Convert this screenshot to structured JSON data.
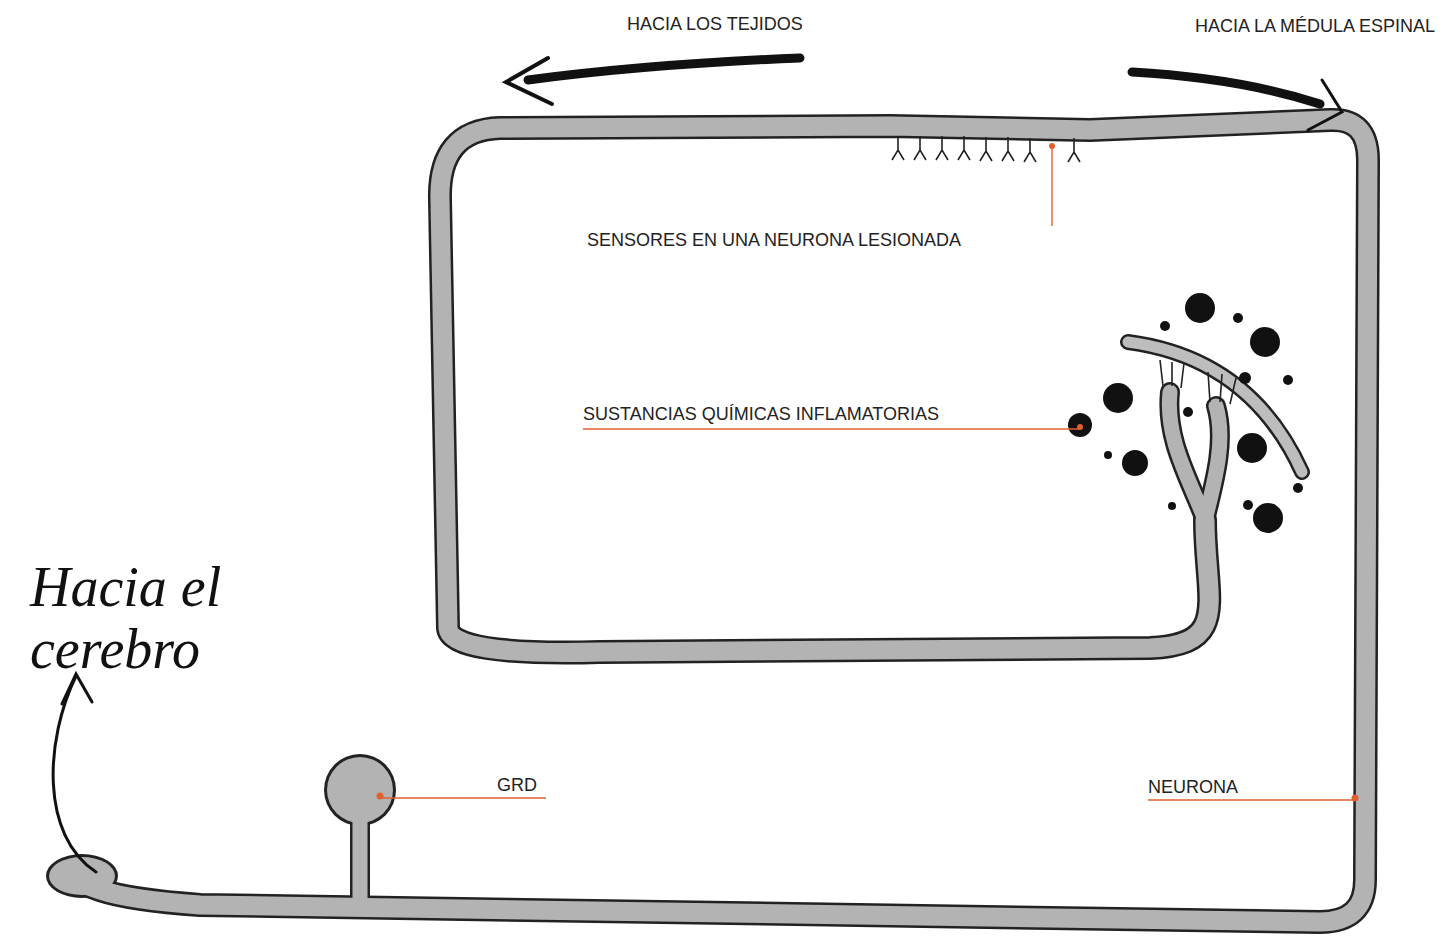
{
  "diagram": {
    "labels": [
      "HACIA LOS TEJIDOS",
      "HACIA LA MÉDULA ESPINAL",
      "SENSORES EN UNA NEURONA LESIONADA",
      "SUSTANCIAS QUÍMICAS INFLAMATORIAS",
      "Hacia el cerebro",
      "GRD",
      "NEURONA"
    ]
  }
}
